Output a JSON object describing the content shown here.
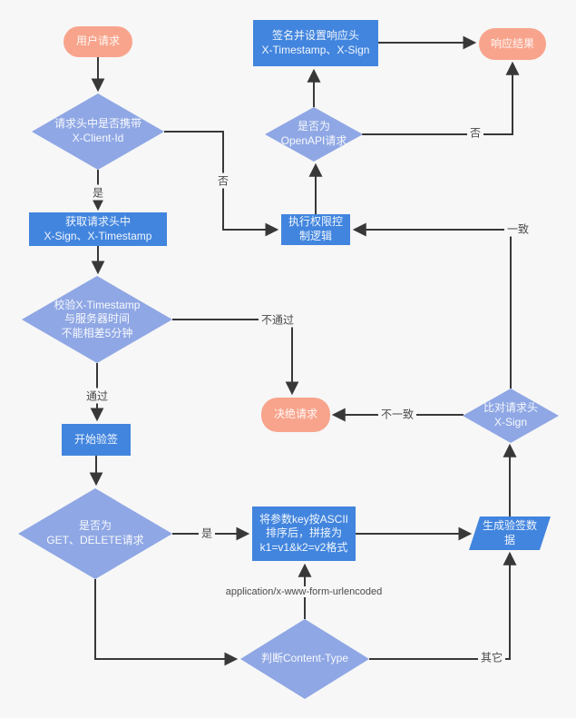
{
  "colors": {
    "background": "#f7f7f7",
    "terminal_fill": "#f8a48c",
    "process_fill": "#4285de",
    "decision_fill": "#8fa7e4",
    "line": "#383838",
    "edge_label_text": "#4a4a4a"
  },
  "nodes": {
    "user_request": {
      "label": "用户请求"
    },
    "check_client_id": {
      "label": "请求头中是否携带\nX-Client-Id"
    },
    "get_headers": {
      "label": "获取请求头中\nX-Sign、X-Timestamp"
    },
    "check_timestamp": {
      "label": "校验X-Timestamp\n与服务器时间\n不能相差5分钟"
    },
    "sign_response": {
      "label": "签名并设置响应头\nX-Timestamp、X-Sign"
    },
    "response_result": {
      "label": "响应结果"
    },
    "is_openapi": {
      "label": "是否为\nOpenAPI请求"
    },
    "exec_permission": {
      "label": "执行权限控\n制逻辑"
    },
    "reject_request": {
      "label": "决绝请求"
    },
    "start_verify": {
      "label": "开始验签"
    },
    "is_get_delete": {
      "label": "是否为\nGET、DELETE请求"
    },
    "concat_params": {
      "label": "将参数key按ASCII\n排序后，拼接为\nk1=v1&k2=v2格式"
    },
    "gen_verify_data": {
      "label": "生成验签数\n据"
    },
    "compare_sign": {
      "label": "比对请求头\nX-Sign"
    },
    "judge_content_type": {
      "label": "判断Content-Type"
    }
  },
  "edge_labels": {
    "yes_1": "是",
    "no_1": "否",
    "pass": "通过",
    "fail": "不通过",
    "no_2": "否",
    "match": "一致",
    "mismatch": "不一致",
    "yes_2": "是",
    "content_type_form": "application/x-www-form-urlencoded",
    "other": "其它"
  }
}
